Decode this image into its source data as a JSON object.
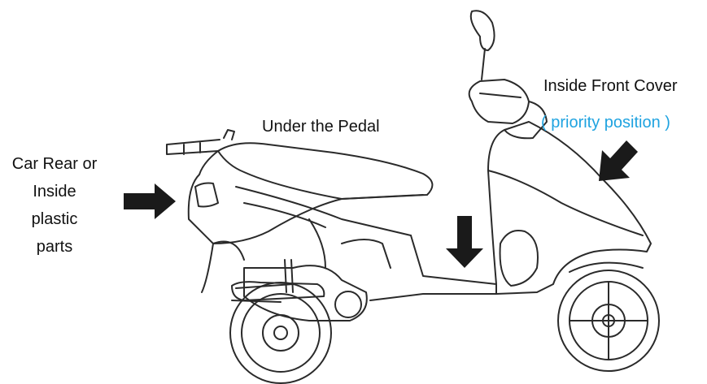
{
  "labels": {
    "rear": [
      "Car Rear or",
      "Inside",
      "plastic",
      "parts"
    ],
    "pedal": "Under the Pedal",
    "front": "Inside Front Cover",
    "priority": "( priority position )"
  },
  "colors": {
    "text": "#111111",
    "priority": "#1fa3e0",
    "line": "#2a2a2a",
    "arrow": "#1a1a1a"
  },
  "icons": {
    "rear_arrow": "arrow-right-icon",
    "pedal_arrow": "arrow-down-icon",
    "front_arrow": "arrow-down-left-icon"
  }
}
